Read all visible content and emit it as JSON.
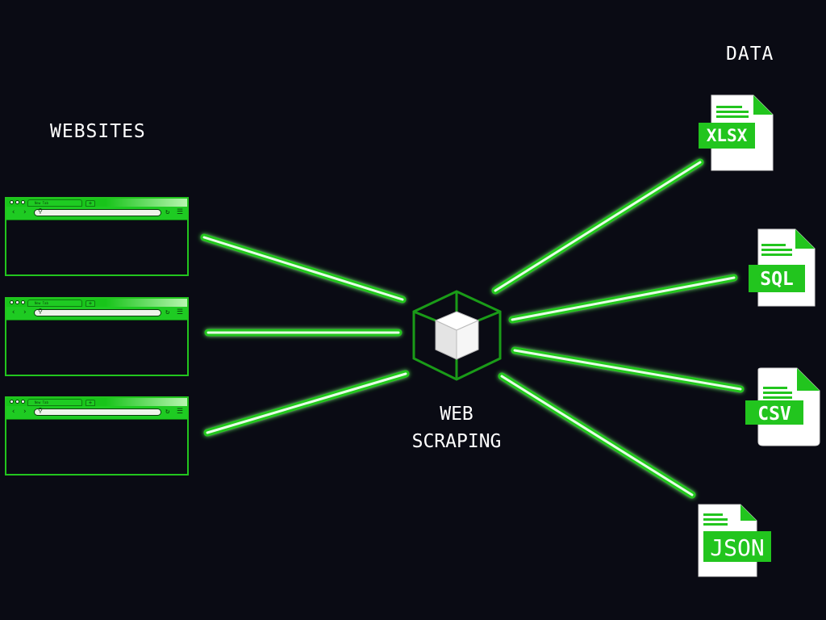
{
  "labels": {
    "websites": "WEBSITES",
    "data": "DATA",
    "hub_line1": "WEB",
    "hub_line2": "SCRAPING"
  },
  "browser_window": {
    "tab_title": "New Tab",
    "new_tab_glyph": "+",
    "back_glyph": "‹",
    "forward_glyph": "›",
    "reload_glyph": "↻",
    "menu_glyph": "☰",
    "search_glyph": "⚲"
  },
  "files": {
    "xlsx": "XLSX",
    "sql": "SQL",
    "csv": "CSV",
    "json": "JSON"
  },
  "colors": {
    "background": "#0a0b14",
    "accent_green": "#22c51e",
    "beam_core": "#e6ffe6"
  },
  "icons": {
    "hub": "cube-icon",
    "file": "document-icon"
  }
}
